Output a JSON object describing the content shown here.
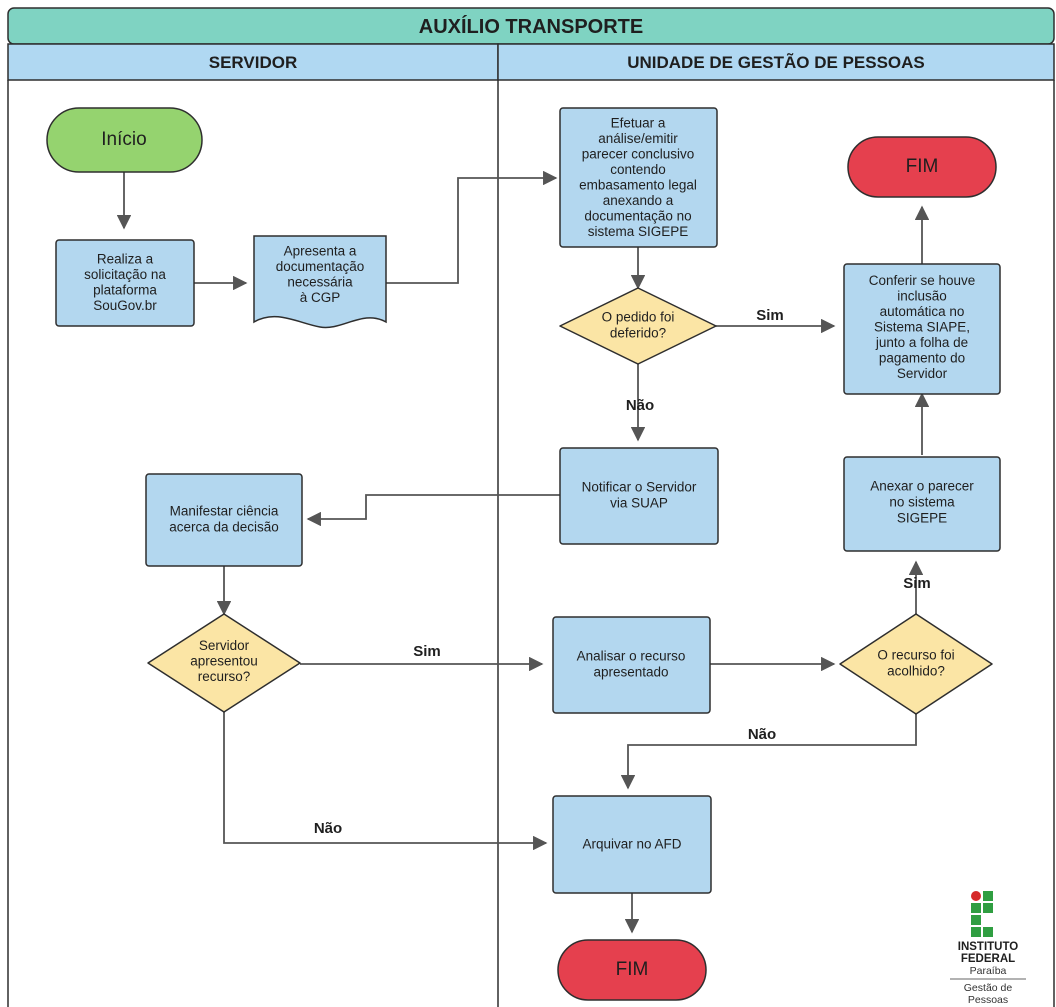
{
  "title": "AUXÍLIO TRANSPORTE",
  "lanes": {
    "servidor": "SERVIDOR",
    "ugp": "UNIDADE DE GESTÃO DE PESSOAS"
  },
  "nodes": {
    "inicio": [
      "Início"
    ],
    "realiza": [
      "Realiza a",
      "solicitação na",
      "plataforma",
      "SouGov.br"
    ],
    "apresenta": [
      "Apresenta a",
      "documentação",
      "necessária",
      "à CGP"
    ],
    "efetuar": [
      "Efetuar a",
      "análise/emitir",
      "parecer conclusivo",
      "contendo",
      "embasamento legal",
      "anexando a",
      "documentação no",
      "sistema SIGEPE"
    ],
    "deferido": [
      "O pedido foi",
      "deferido?"
    ],
    "fim_top": [
      "FIM"
    ],
    "conferir": [
      "Conferir se houve",
      "inclusão",
      "automática no",
      "Sistema SIAPE,",
      "junto a folha de",
      "pagamento do",
      "Servidor"
    ],
    "notificar": [
      "Notificar o Servidor",
      "via SUAP"
    ],
    "anexar": [
      "Anexar o parecer",
      "no sistema",
      "SIGEPE"
    ],
    "manifestar": [
      "Manifestar ciência",
      "acerca da decisão"
    ],
    "recurso_q": [
      "Servidor",
      "apresentou",
      "recurso?"
    ],
    "analisar": [
      "Analisar o recurso",
      "apresentado"
    ],
    "acolhido": [
      "O recurso foi",
      "acolhido?"
    ],
    "arquivar": [
      "Arquivar no AFD"
    ],
    "fim_bottom": [
      "FIM"
    ]
  },
  "edge_labels": {
    "sim_deferido": "Sim",
    "nao_deferido": "Não",
    "sim_acolhido": "Sim",
    "sim_recurso": "Sim",
    "nao_acolhido": "Não",
    "nao_recurso": "Não"
  },
  "logo": {
    "line1": "INSTITUTO",
    "line2": "FEDERAL",
    "line3": "Paraíba",
    "line4": "Gestão de",
    "line5": "Pessoas"
  },
  "colors": {
    "title_fill": "#7fd3c2",
    "lane_header_fill": "#b0d8f2",
    "process_fill": "#b3d7ef",
    "decision_fill": "#fbe5a5",
    "start_fill": "#95d36f",
    "end_fill": "#e5404e",
    "line": "#555555",
    "logo_green": "#2f9e41",
    "logo_red": "#d62828"
  }
}
